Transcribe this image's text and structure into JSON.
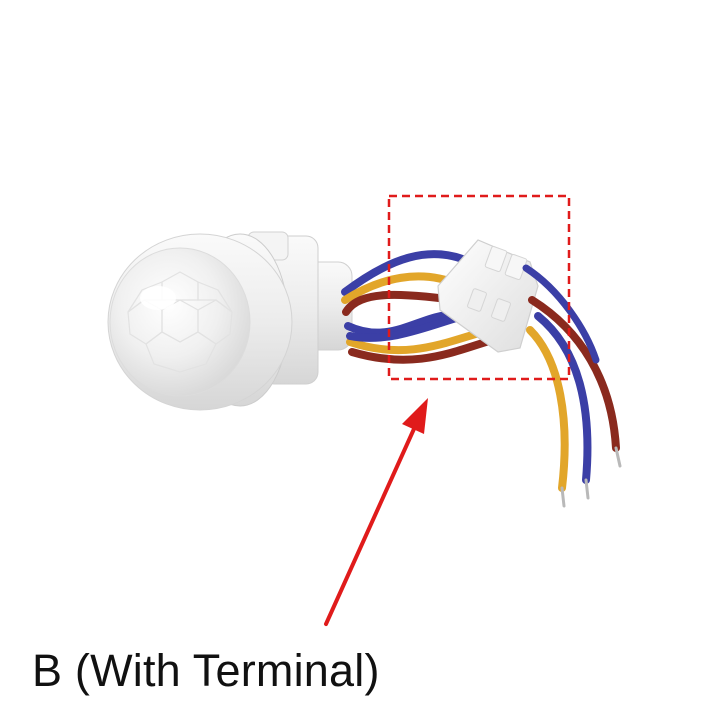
{
  "caption": "B (With Terminal)",
  "colors": {
    "background": "#ffffff",
    "highlight_box": "#e01b1b",
    "arrow": "#e01b1b",
    "wire_blue": "#3b3fa6",
    "wire_yellow": "#e2a62a",
    "wire_brown": "#8a2a1e",
    "sensor_body": "#f1f1f1",
    "caption_text": "#111111"
  },
  "objects": {
    "sensor": "pir-motion-sensor",
    "connector": "wire-terminal-block",
    "wires": [
      "blue",
      "yellow",
      "blue",
      "brown"
    ],
    "annotation": "dashed-highlight-box-with-arrow"
  }
}
